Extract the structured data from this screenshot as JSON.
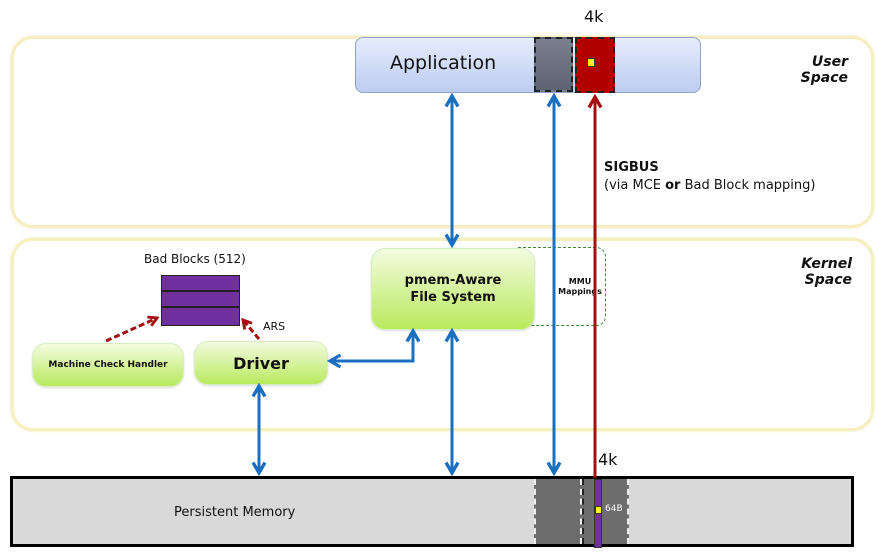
{
  "regions": {
    "user_space": {
      "label_line1": "User",
      "label_line2": "Space"
    },
    "kernel_space": {
      "label_line1": "Kernel",
      "label_line2": "Space"
    }
  },
  "application": {
    "label": "Application"
  },
  "page_size_top": "4k",
  "page_size_bottom": "4k",
  "sigbus": {
    "title": "SIGBUS",
    "detail_prefix": "(via MCE ",
    "detail_bold": "or",
    "detail_suffix": " Bad Block mapping)"
  },
  "filesystem": {
    "line1": "pmem-Aware",
    "line2": "File System"
  },
  "mmu": {
    "line1": "MMU",
    "line2": "Mappings"
  },
  "bad_blocks": {
    "label": "Bad Blocks (512)",
    "rows": 3
  },
  "ars_label": "ARS",
  "machine_check_handler": {
    "label": "Machine Check Handler"
  },
  "driver": {
    "label": "Driver"
  },
  "persistent_memory": {
    "label": "Persistent Memory",
    "cacheline_label": "64B"
  },
  "colors": {
    "blue_arrow": "#1a6fc0",
    "red_arrow": "#a41010",
    "region_border": "#f6efc0",
    "bad_block": "#7030a0",
    "poisoned_page": "#b00000",
    "poison_cell": "#ffef1a"
  }
}
